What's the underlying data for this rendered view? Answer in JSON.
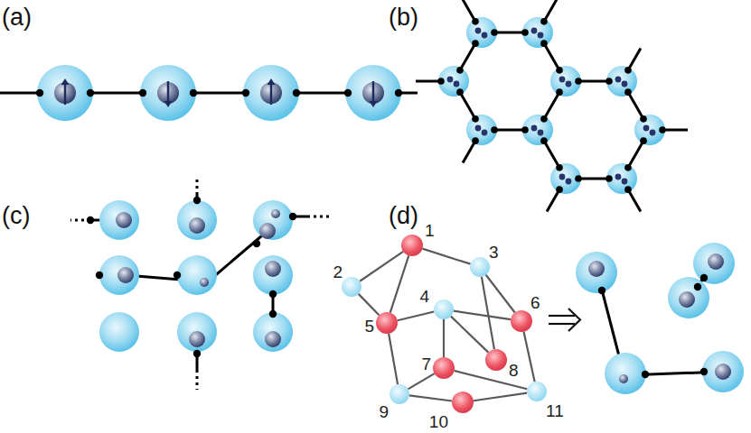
{
  "diagram": {
    "nodes": [
      {
        "text": [
          "1"
        ]
      },
      {
        "text": [
          "2"
        ]
      },
      {
        "text": [
          "3"
        ]
      },
      {
        "text": [
          "4"
        ]
      },
      {
        "text": [
          "5"
        ]
      },
      {
        "text": [
          "6"
        ]
      },
      {
        "text": [
          "7"
        ]
      },
      {
        "text": [
          "8"
        ]
      },
      {
        "text": [
          "9"
        ]
      },
      {
        "text": [
          "10"
        ]
      },
      {
        "text": [
          "11"
        ]
      }
    ],
    "edges": [
      {
        "from": 0,
        "to": 1,
        "arrow": "none"
      },
      {
        "from": 0,
        "to": 2,
        "arrow": "none"
      },
      {
        "from": 0,
        "to": 4,
        "arrow": "none"
      },
      {
        "from": 1,
        "to": 4,
        "arrow": "none"
      },
      {
        "from": 2,
        "to": 5,
        "arrow": "none"
      },
      {
        "from": 2,
        "to": 7,
        "arrow": "none"
      },
      {
        "from": 3,
        "to": 4,
        "arrow": "none"
      },
      {
        "from": 3,
        "to": 5,
        "arrow": "none"
      },
      {
        "from": 3,
        "to": 6,
        "arrow": "none"
      },
      {
        "from": 3,
        "to": 7,
        "arrow": "none"
      },
      {
        "from": 4,
        "to": 8,
        "arrow": "none"
      },
      {
        "from": 5,
        "to": 10,
        "arrow": "none"
      },
      {
        "from": 6,
        "to": 8,
        "arrow": "none"
      },
      {
        "from": 6,
        "to": 10,
        "arrow": "none"
      },
      {
        "from": 8,
        "to": 9,
        "arrow": "none"
      },
      {
        "from": 9,
        "to": 10,
        "arrow": "none"
      }
    ],
    "labels": [
      "(a)",
      "(b)",
      "(c)",
      "(d)"
    ]
  }
}
